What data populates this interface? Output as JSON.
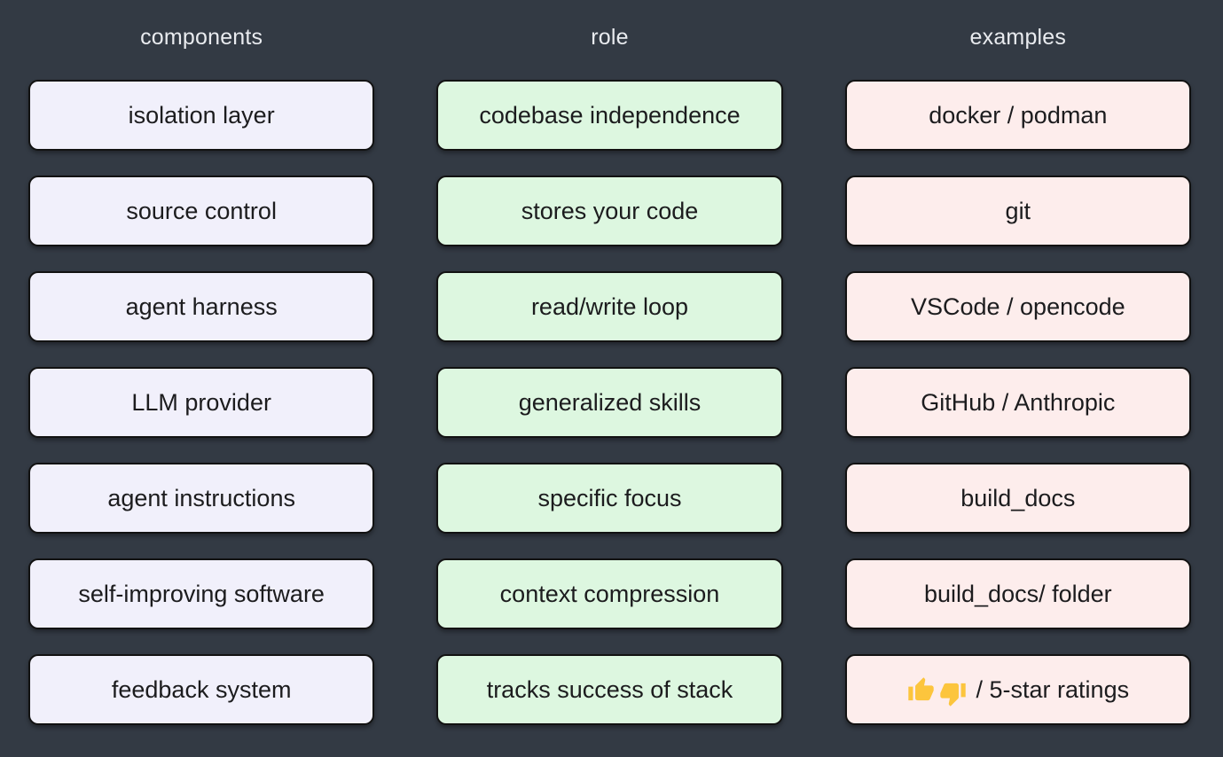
{
  "background": "#333a44",
  "header_text_color": "#e9ebef",
  "border_color": "#121212",
  "cell_text_color": "#1c1c1e",
  "emoji_color": "#fcc53d",
  "columns": [
    {
      "id": "components",
      "title": "components",
      "box_color": "#f1f0fb",
      "items": [
        {
          "label": "isolation layer"
        },
        {
          "label": "source control"
        },
        {
          "label": "agent harness"
        },
        {
          "label": "LLM provider"
        },
        {
          "label": "agent instructions"
        },
        {
          "label": "self-improving software"
        },
        {
          "label": "feedback system"
        }
      ]
    },
    {
      "id": "role",
      "title": "role",
      "box_color": "#ddf7e0",
      "items": [
        {
          "label": "codebase independence"
        },
        {
          "label": "stores your code"
        },
        {
          "label": "read/write loop"
        },
        {
          "label": "generalized skills"
        },
        {
          "label": "specific focus"
        },
        {
          "label": "context compression"
        },
        {
          "label": "tracks success of stack"
        }
      ]
    },
    {
      "id": "examples",
      "title": "examples",
      "box_color": "#fdedec",
      "items": [
        {
          "label": "docker / podman"
        },
        {
          "label": "git"
        },
        {
          "label": "VSCode / opencode"
        },
        {
          "label": "GitHub / Anthropic"
        },
        {
          "label": "build_docs"
        },
        {
          "label": "build_docs/ folder"
        },
        {
          "emoji": "👍👎",
          "label": "/ 5-star ratings"
        }
      ]
    }
  ]
}
